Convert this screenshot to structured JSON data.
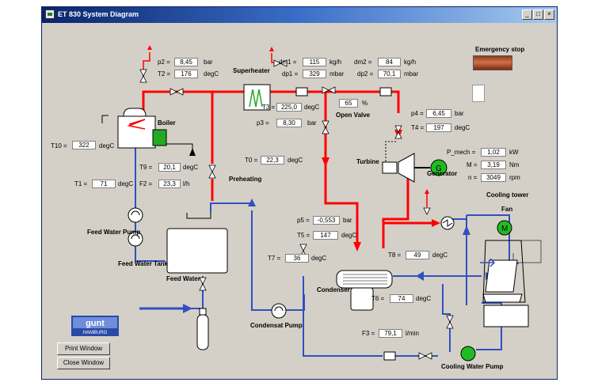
{
  "window": {
    "title": "ET 830 System Diagram",
    "controls": [
      "_",
      "□",
      "×"
    ]
  },
  "emergency_stop": {
    "label": "Emergency stop",
    "color": "#b0502a"
  },
  "components": {
    "superheater": "Superheater",
    "boiler": "Boiler",
    "turbine": "Turbine",
    "generator": "Generator",
    "generator_symbol": "G",
    "fan_symbol": "M",
    "cooling_tower": "Cooling tower",
    "fan": "Fan",
    "open_valve": "Open Valve",
    "preheating": "Preheating",
    "feed_water_pump": "Feed Water Pump",
    "feed_water_tank": "Feed Water Tank",
    "feed_water": "Feed Water",
    "condenser": "Condenser",
    "condensat_pump": "Condensat Pump",
    "cooling_water_pump": "Cooling Water Pump"
  },
  "measurements": {
    "p2": {
      "label": "p2 =",
      "value": "8,45",
      "unit": "bar"
    },
    "T2": {
      "label": "T2 =",
      "value": "176",
      "unit": "degC"
    },
    "dm1": {
      "label": "dm1 =",
      "value": "115",
      "unit": "kg/h"
    },
    "dp1": {
      "label": "dp1 =",
      "value": "329",
      "unit": "mbar"
    },
    "dm2": {
      "label": "dm2 =",
      "value": "84",
      "unit": "kg/h"
    },
    "dp2": {
      "label": "dp2 =",
      "value": "70,1",
      "unit": "mbar"
    },
    "T3": {
      "label": "T3 =",
      "value": "225,0",
      "unit": "degC"
    },
    "p3": {
      "label": "p3 =",
      "value": "8,30",
      "unit": "bar"
    },
    "valve": {
      "label": "",
      "value": "65",
      "unit": "%"
    },
    "p4": {
      "label": "p4 =",
      "value": "6,45",
      "unit": "bar"
    },
    "T4": {
      "label": "T4 =",
      "value": "197",
      "unit": "degC"
    },
    "T10": {
      "label": "T10 =",
      "value": "322",
      "unit": "degC"
    },
    "T9": {
      "label": "T9 =",
      "value": "20,1",
      "unit": "degC"
    },
    "F2": {
      "label": "F2 =",
      "value": "23,3",
      "unit": "l/h"
    },
    "T1": {
      "label": "T1 =",
      "value": "71",
      "unit": "degC"
    },
    "T0": {
      "label": "T0 =",
      "value": "22,3",
      "unit": "degC"
    },
    "P_mech": {
      "label": "P_mech =",
      "value": "1,02",
      "unit": "kW"
    },
    "M": {
      "label": "M =",
      "value": "3,19",
      "unit": "Nm"
    },
    "n": {
      "label": "n =",
      "value": "3049",
      "unit": "rpm"
    },
    "p5": {
      "label": "p5 =",
      "value": "-0,553",
      "unit": "bar"
    },
    "T5": {
      "label": "T5 =",
      "value": "147",
      "unit": "degC"
    },
    "T7": {
      "label": "T7 =",
      "value": "36",
      "unit": "degC"
    },
    "T8": {
      "label": "T8 =",
      "value": "49",
      "unit": "degC"
    },
    "T6": {
      "label": "T6 =",
      "value": "74",
      "unit": "degC"
    },
    "F3": {
      "label": "F3 =",
      "value": "79,1",
      "unit": "l/min"
    }
  },
  "buttons": {
    "print": "Print Window",
    "close": "Close Window"
  },
  "logo": {
    "top": "gunt",
    "bottom": "HAMBURG"
  },
  "colors": {
    "steam": "#ff0000",
    "water": "#3050c0",
    "generator": "#22bb22",
    "boiler_heater": "#22aa22"
  }
}
